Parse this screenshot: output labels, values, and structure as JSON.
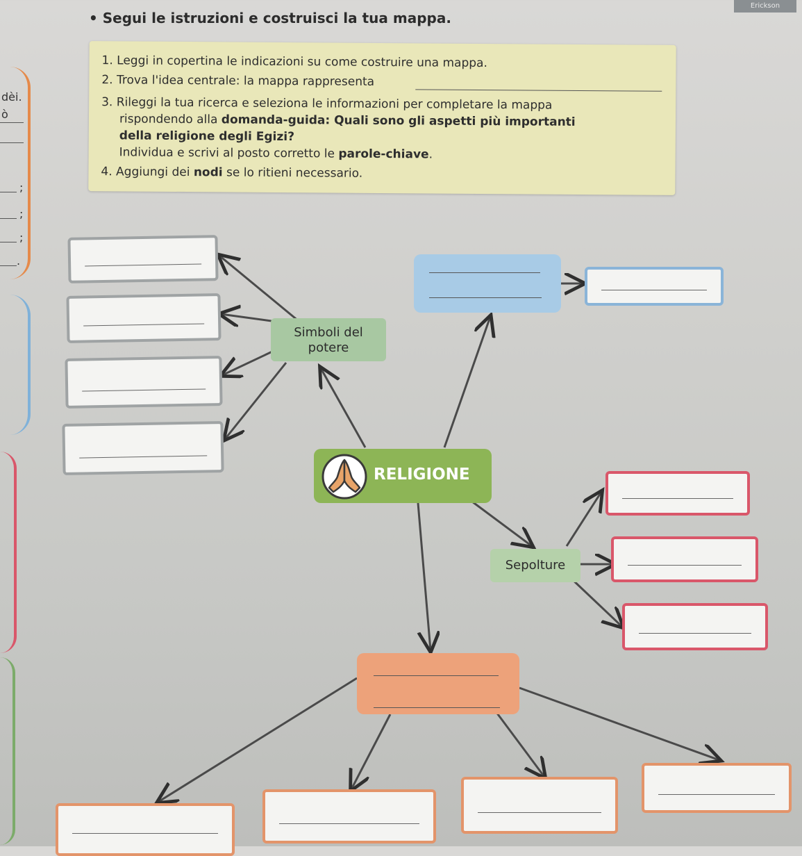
{
  "brand": "Erickson",
  "heading": "• Segui le istruzioni e costruisci la tua mappa.",
  "margin_fragments": [
    "dèi.",
    "ò",
    ";",
    ";",
    ";",
    "."
  ],
  "instructions": {
    "step1": "1. Leggi in copertina le indicazioni su come costruire una mappa.",
    "step2": "2. Trova l'idea centrale: la mappa rappresenta",
    "step3_line1": "3. Rileggi la tua ricerca e seleziona le informazioni per completare la mappa",
    "step3_line2_prefix": "rispondendo alla ",
    "step3_line2_bold": "domanda-guida: Quali sono gli aspetti più importanti",
    "step3_line3": "della religione degli Egizi?",
    "step3_line4_prefix": "Individua e scrivi al posto corretto le ",
    "step3_line4_bold": "parole-chiave",
    "step3_line4_suffix": ".",
    "step4_prefix": "4. Aggiungi dei ",
    "step4_bold": "nodi",
    "step4_suffix": " se lo ritieni necessario."
  },
  "map": {
    "central": "RELIGIONE",
    "simboli": [
      "Simboli del",
      "potere"
    ],
    "sepolture": "Sepolture"
  },
  "colors": {
    "central": "#8db556",
    "simboli": "#a8c8a2",
    "sepolture": "#b5d1aa",
    "blue_node": "#a8cbe6",
    "orange_node": "#eda27a",
    "instructions_bg": "#e9e7b9"
  },
  "icons": {
    "central_icon": "praying-hands-icon"
  }
}
